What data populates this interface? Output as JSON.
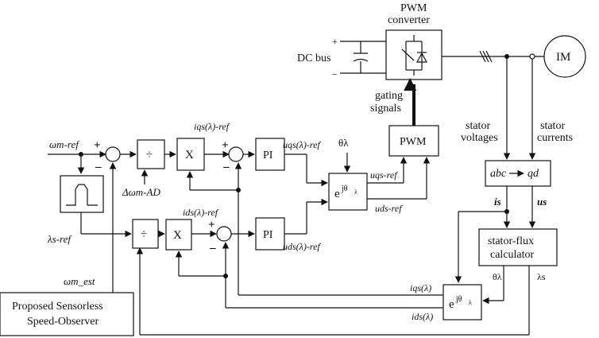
{
  "blocks": {
    "pwm_converter_title": "PWM",
    "pwm_converter_subtitle": "converter",
    "dc_bus": "DC bus",
    "motor": "IM",
    "gating_line1": "gating",
    "gating_line2": "signals",
    "pwm": "PWM",
    "stator_voltages_line1": "stator",
    "stator_voltages_line2": "voltages",
    "stator_currents_line1": "stator",
    "stator_currents_line2": "currents",
    "abc_qd_left": "abc",
    "abc_qd_right": "qd",
    "flux_calc_line1": "stator-flux",
    "flux_calc_line2": "calculator",
    "pi_q": "PI",
    "pi_d": "PI",
    "multiplier_q": "X",
    "multiplier_d": "X",
    "divider_top": "÷",
    "divider_bottom": "÷",
    "transform_base": "e",
    "transform_exp": "jθ",
    "transform_exp_sub": "λ",
    "observer_line1": "Proposed Sensorless",
    "observer_line2": "Speed-Observer"
  },
  "signals": {
    "omega_m_ref": "ωm-ref",
    "delta_omega": "Δωm-AD",
    "lambda_s_ref": "λs-ref",
    "omega_m_est": "ωm_est",
    "iqs_ref": "iqs(λ)-ref",
    "ids_ref": "ids(λ)-ref",
    "uqs_lambda_ref": "uqs(λ)-ref",
    "uds_lambda_ref": "uds(λ)-ref",
    "theta_lambda_top": "θλ",
    "uqs_ref": "uqs-ref",
    "uds_ref": "uds-ref",
    "i_s": "is",
    "u_s": "us",
    "theta_lambda_calc": "θλ",
    "lambda_s": "λs",
    "iqs_lambda": "iqs(λ)",
    "ids_lambda": "ids(λ)"
  },
  "signs": {
    "plus": "+",
    "minus": "–"
  },
  "colors": {
    "line": "#111111",
    "background": "#ffffff"
  }
}
